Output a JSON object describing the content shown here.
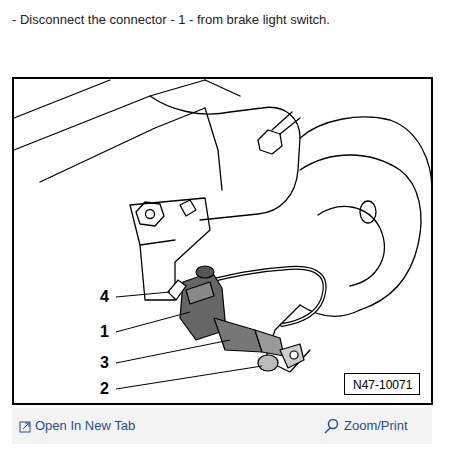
{
  "diagram": {
    "nodes": [
      {
        "text": [
          "N47-10071"
        ]
      }
    ],
    "labels": [
      "- Disconnect the connector - 1 - from brake light switch.",
      "4",
      "1",
      "3",
      "2",
      "Open In New Tab",
      "Zoom/Print"
    ]
  }
}
